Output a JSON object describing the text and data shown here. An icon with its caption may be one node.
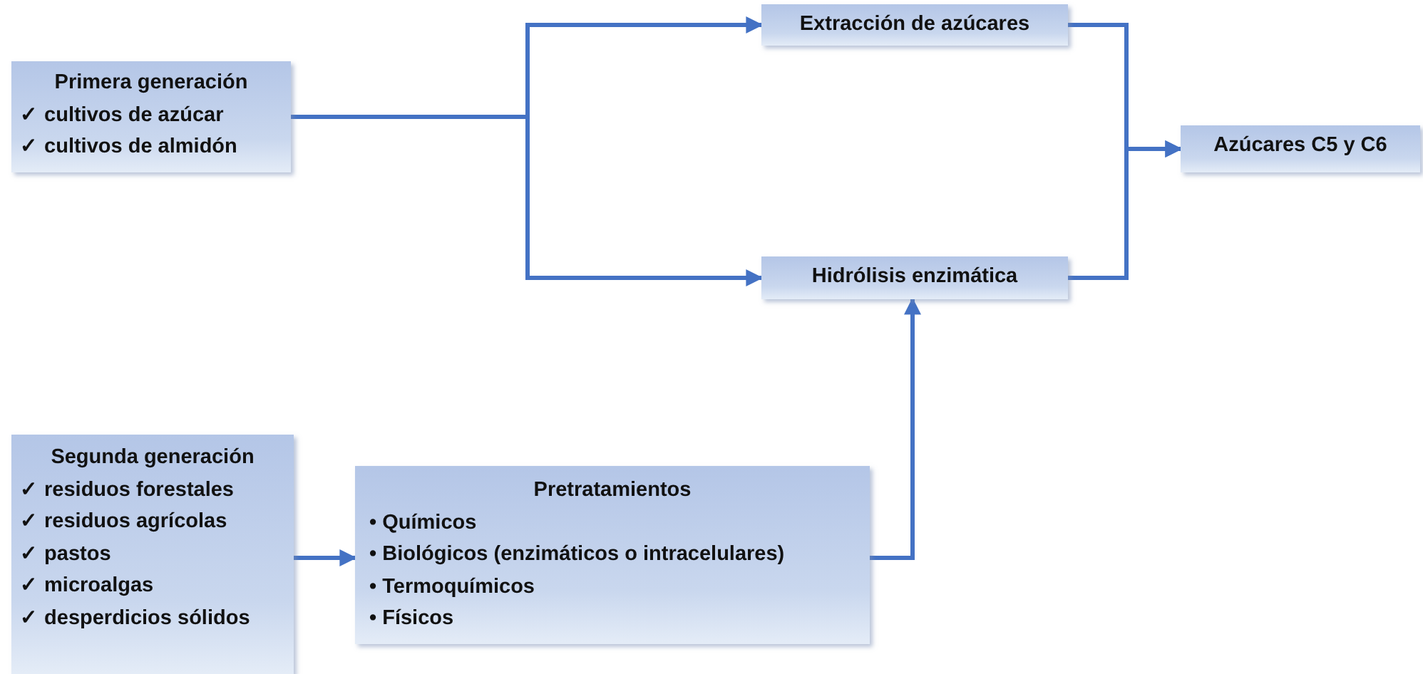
{
  "diagram": {
    "nodes": [
      {
        "text": [
          "Primera generación",
          "✓ cultivos de azúcar",
          "✓ cultivos de almidón"
        ]
      },
      {
        "text": [
          "Extracción de azúcares"
        ]
      },
      {
        "text": [
          "Hidrólisis enzimática"
        ]
      },
      {
        "text": [
          "Azúcares C5 y C6"
        ]
      },
      {
        "text": [
          "Segunda generación",
          "✓ residuos forestales",
          "✓ residuos agrícolas",
          "✓ pastos",
          "✓ microalgas",
          "✓ desperdicios sólidos"
        ]
      },
      {
        "text": [
          "Pretratamientos",
          "• Químicos",
          "• Biológicos (enzimáticos o intracelulares)",
          "• Termoquímicos",
          "• Físicos"
        ]
      }
    ],
    "edges": [
      {
        "from": 0,
        "to": 1,
        "arrow": "to"
      },
      {
        "from": 0,
        "to": 2,
        "arrow": "to"
      },
      {
        "from": 1,
        "to": 3,
        "arrow": "to"
      },
      {
        "from": 2,
        "to": 3,
        "arrow": "to"
      },
      {
        "from": 4,
        "to": 5,
        "arrow": "to"
      },
      {
        "from": 5,
        "to": 2,
        "arrow": "to"
      }
    ]
  }
}
